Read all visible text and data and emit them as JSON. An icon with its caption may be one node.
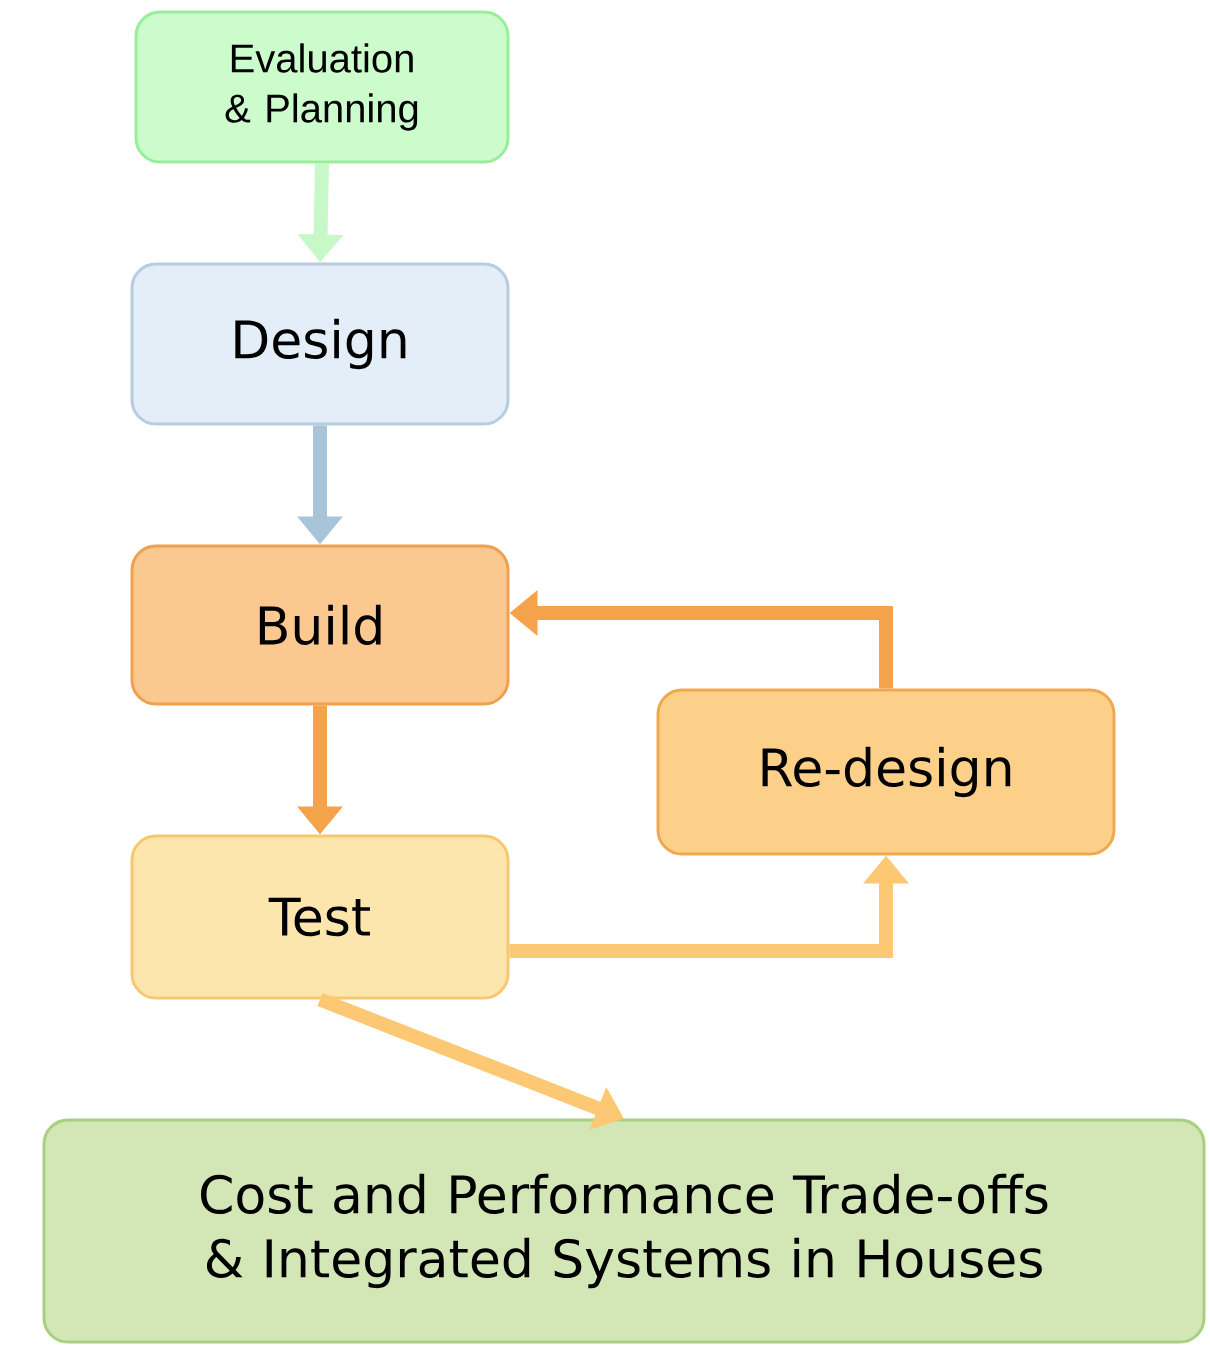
{
  "diagram": {
    "nodes": [
      {
        "text": [
          "Evaluation & Planning"
        ]
      },
      {
        "text": [
          "Design"
        ]
      },
      {
        "text": [
          "Build"
        ]
      },
      {
        "text": [
          "Re-design"
        ]
      },
      {
        "text": [
          "Test"
        ]
      },
      {
        "text": [
          "Cost and Performance Trade-offs & Integrated Systems in Houses"
        ]
      }
    ],
    "edges": [
      {
        "from": 0,
        "to": 1,
        "arrow": "to",
        "color": "#c8f8c8"
      },
      {
        "from": 1,
        "to": 2,
        "arrow": "to",
        "color": "#a8c4d8"
      },
      {
        "from": 2,
        "to": 4,
        "arrow": "to",
        "color": "#f5a34a"
      },
      {
        "from": 4,
        "to": 3,
        "arrow": "to",
        "color": "#fdc874"
      },
      {
        "from": 3,
        "to": 2,
        "arrow": "to",
        "color": "#f5a34a"
      },
      {
        "from": 4,
        "to": 5,
        "arrow": "to",
        "color": "#fdc874"
      }
    ]
  }
}
